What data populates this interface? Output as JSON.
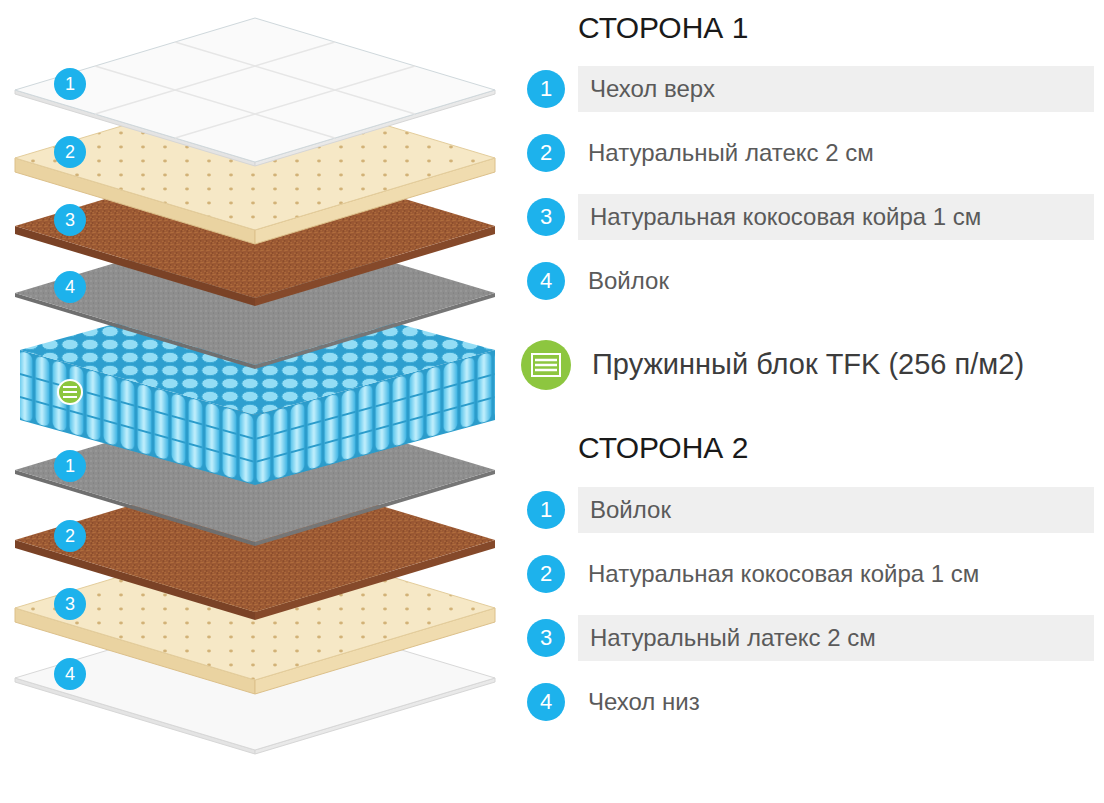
{
  "diagram": {
    "nodes": [
      {
        "text": [
          "1"
        ]
      },
      {
        "text": [
          "2"
        ]
      },
      {
        "text": [
          "3"
        ]
      },
      {
        "text": [
          "4"
        ]
      },
      {
        "text": [
          "1"
        ]
      },
      {
        "text": [
          "2"
        ]
      },
      {
        "text": [
          "3"
        ]
      },
      {
        "text": [
          "4"
        ]
      },
      {
        "text": [
          "1"
        ]
      },
      {
        "text": [
          "Чехол верх"
        ]
      },
      {
        "text": [
          "2"
        ]
      },
      {
        "text": [
          "3"
        ]
      },
      {
        "text": [
          "Натуральная кокосовая койра 1 см"
        ]
      },
      {
        "text": [
          "4"
        ]
      },
      {
        "text": [
          "1"
        ]
      },
      {
        "text": [
          "Войлок"
        ]
      },
      {
        "text": [
          "2"
        ]
      },
      {
        "text": [
          "3"
        ]
      },
      {
        "text": [
          "Натуральный латекс 2 см"
        ]
      },
      {
        "text": [
          "4"
        ]
      }
    ],
    "labels": [
      "СТОРОНА 1",
      "Натуральный латекс 2 см",
      "Войлок",
      "Пружинный блок TFK (256 п/м2)",
      "СТОРОНА 2",
      "Натуральная кокосовая койра 1 см",
      "Чехол низ"
    ]
  }
}
